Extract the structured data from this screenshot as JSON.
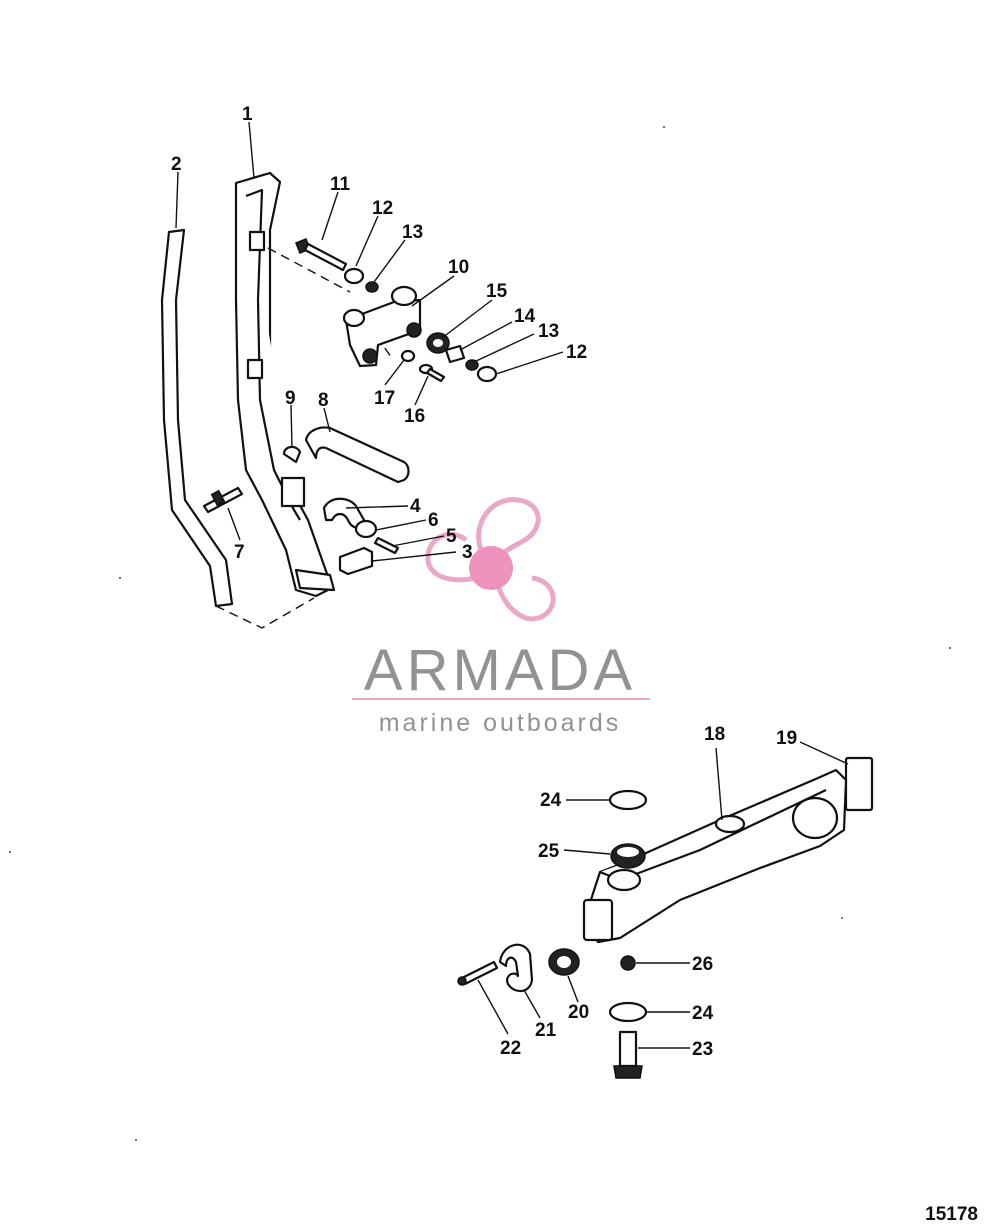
{
  "diagram": {
    "drawing_number": "15178",
    "callouts": {
      "c1": "1",
      "c2": "2",
      "c3": "3",
      "c4": "4",
      "c5": "5",
      "c6": "6",
      "c7": "7",
      "c8": "8",
      "c9": "9",
      "c10": "10",
      "c11": "11",
      "c12a": "12",
      "c12b": "12",
      "c13a": "13",
      "c13b": "13",
      "c14": "14",
      "c15": "15",
      "c16": "16",
      "c17": "17",
      "c18": "18",
      "c19": "19",
      "c20": "20",
      "c21": "21",
      "c22": "22",
      "c23": "23",
      "c24a": "24",
      "c24b": "24",
      "c25": "25",
      "c26": "26"
    }
  },
  "watermark": {
    "brand": "ARMADA",
    "tagline": "marine outboards",
    "accent_color": "#e9a3c6",
    "dot_color": "#ec8dba",
    "text_color": "#8d8d8d"
  }
}
